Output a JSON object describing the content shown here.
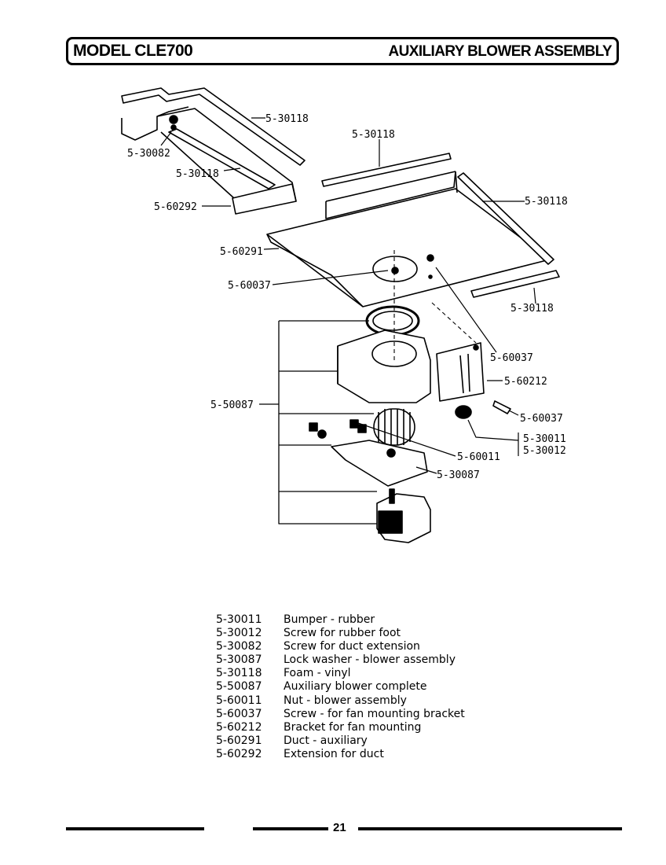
{
  "header": {
    "model": "MODEL CLE700",
    "section": "AUXILIARY BLOWER ASSEMBLY"
  },
  "callouts": [
    "5-30118",
    "5-30082",
    "5-30118",
    "5-60292",
    "5-30118",
    "5-30118",
    "5-60291",
    "5-60037",
    "5-30118",
    "5-60037",
    "5-60212",
    "5-50087",
    "5-60037",
    "5-30011",
    "5-30012",
    "5-60011",
    "5-30087"
  ],
  "parts": [
    {
      "number": "5-30011",
      "description": "Bumper - rubber"
    },
    {
      "number": "5-30012",
      "description": "Screw for rubber foot"
    },
    {
      "number": "5-30082",
      "description": "Screw for duct extension"
    },
    {
      "number": "5-30087",
      "description": "Lock washer - blower assembly"
    },
    {
      "number": "5-30118",
      "description": "Foam - vinyl"
    },
    {
      "number": "5-50087",
      "description": "Auxiliary blower complete"
    },
    {
      "number": "5-60011",
      "description": "Nut - blower assembly"
    },
    {
      "number": "5-60037",
      "description": "Screw - for fan mounting bracket"
    },
    {
      "number": "5-60212",
      "description": "Bracket for fan mounting"
    },
    {
      "number": "5-60291",
      "description": "Duct - auxiliary"
    },
    {
      "number": "5-60292",
      "description": "Extension for duct"
    }
  ],
  "footer": {
    "page_number": "21"
  }
}
